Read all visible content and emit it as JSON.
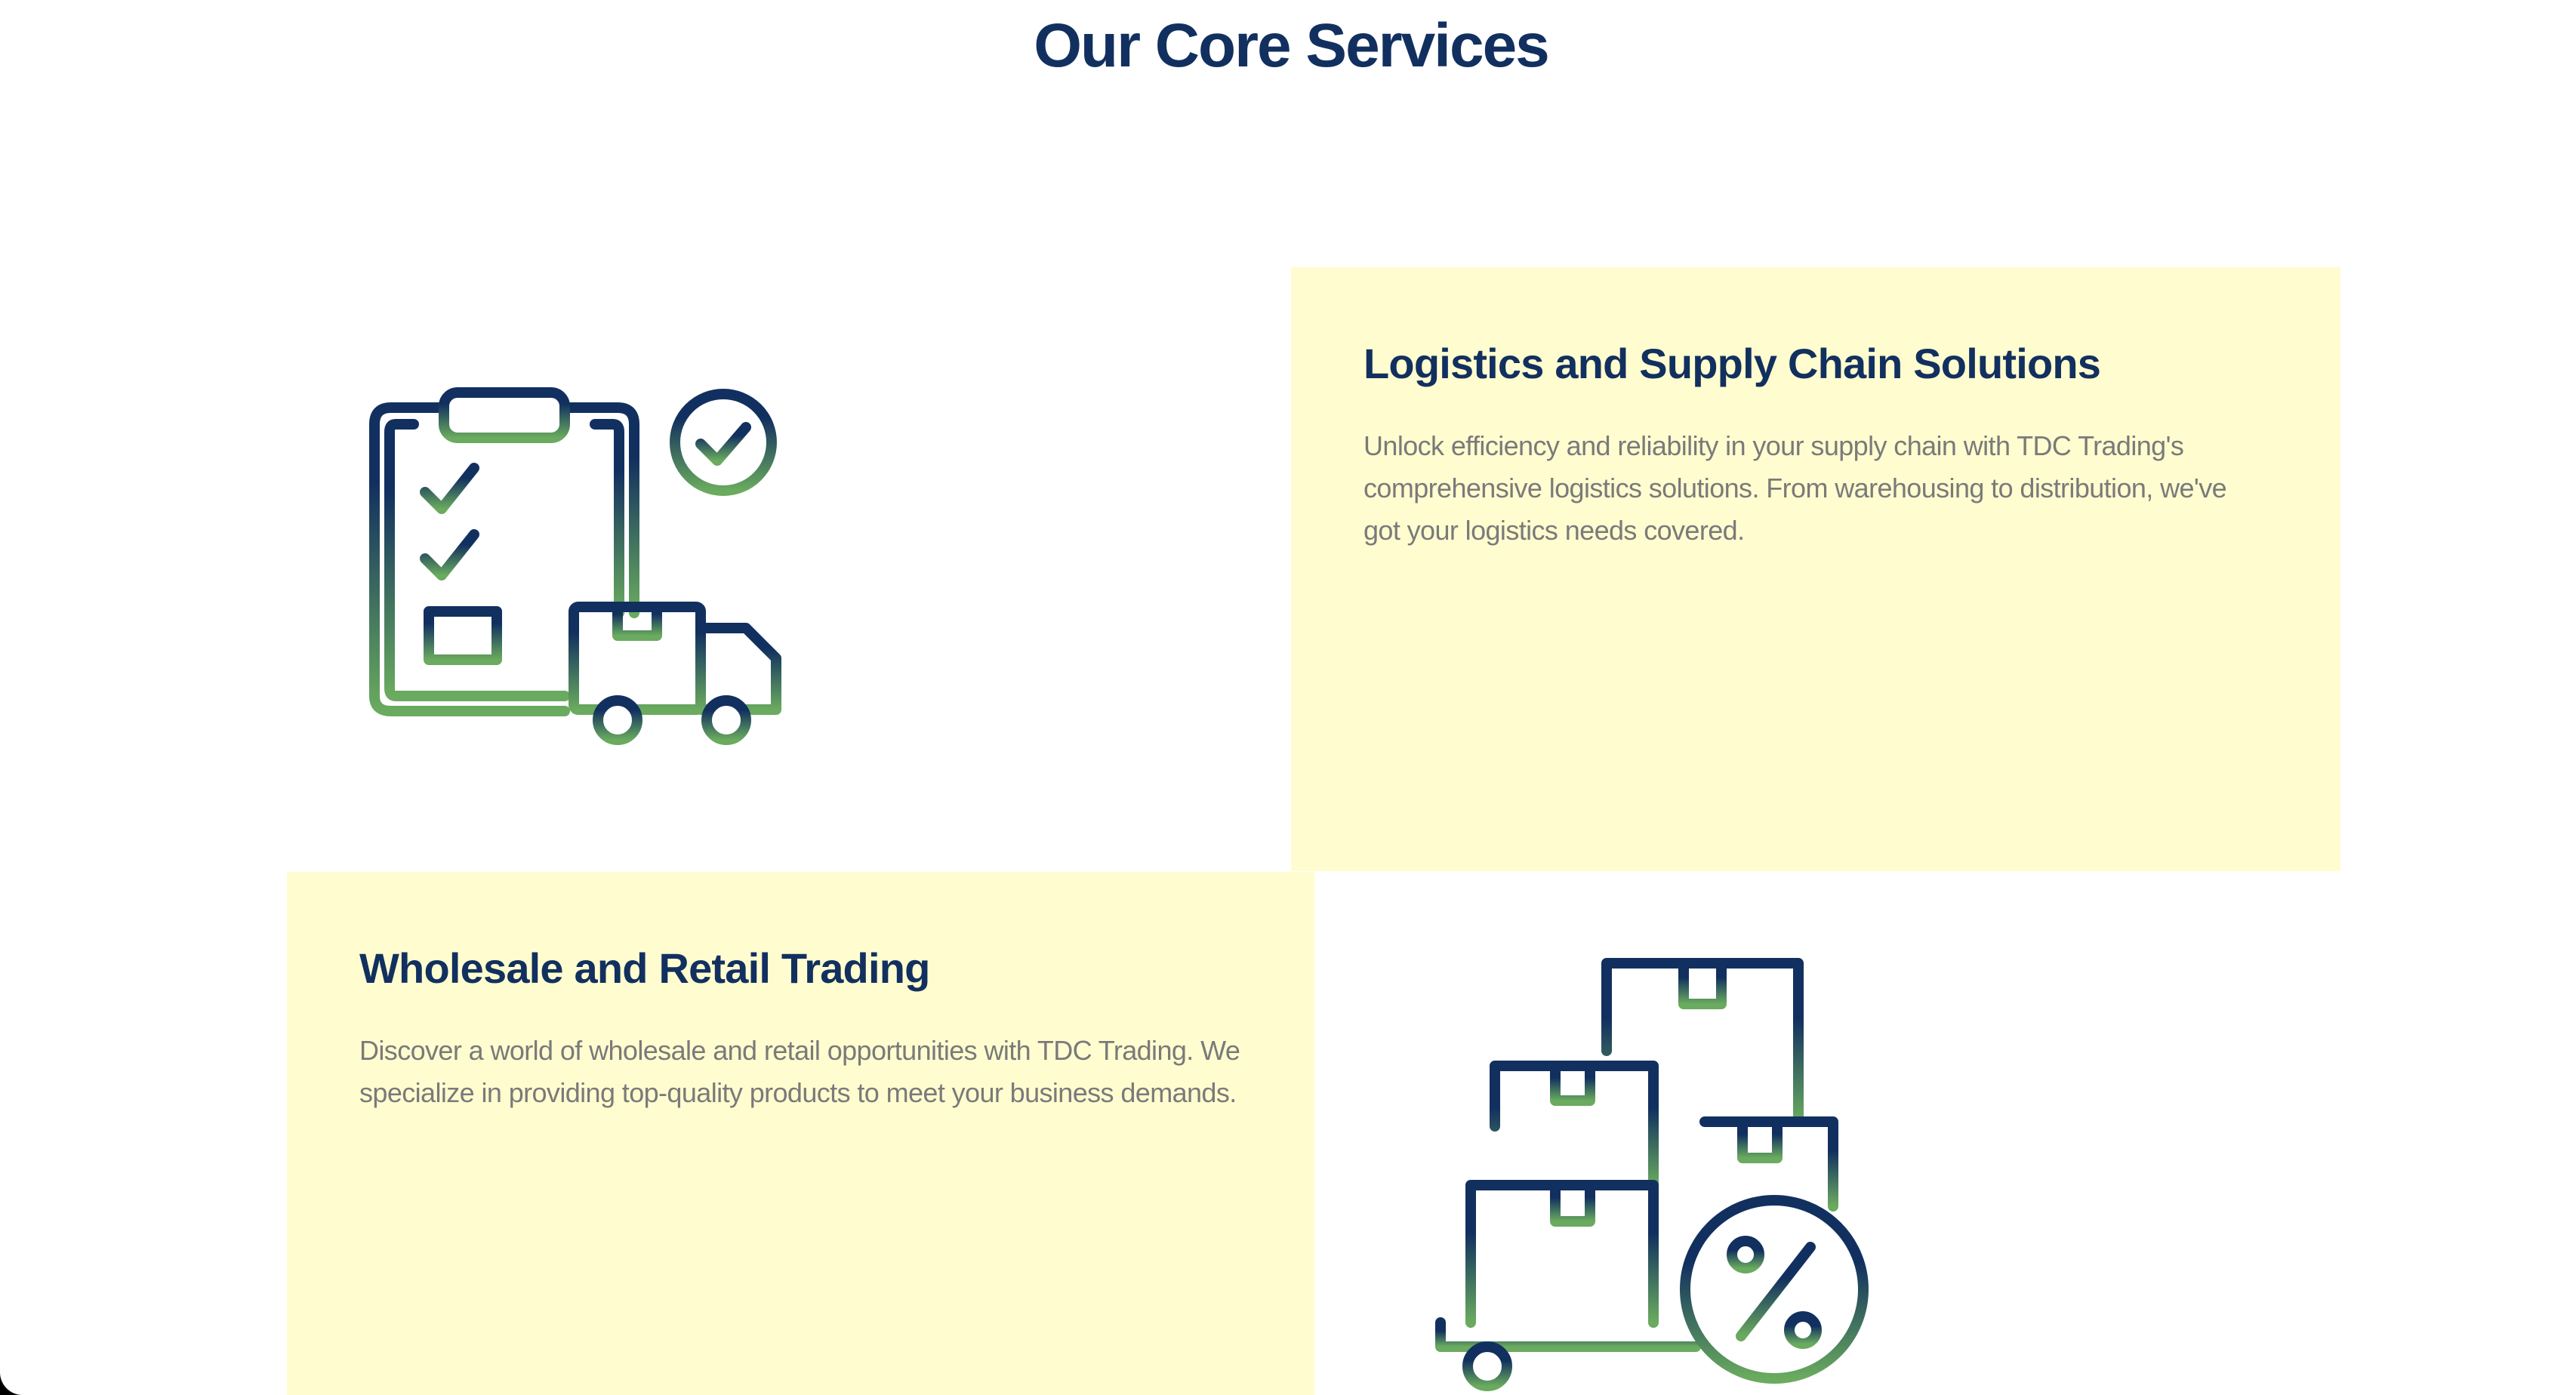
{
  "section": {
    "title": "Our Core Services"
  },
  "services": [
    {
      "title": "Logistics and Supply Chain Solutions",
      "description": "Unlock efficiency and reliability in your supply chain with TDC Trading's comprehensive logistics solutions. From warehousing to distribution, we've got your logistics needs covered.",
      "icon": "clipboard-truck-icon"
    },
    {
      "title": "Wholesale and Retail Trading",
      "description": "Discover a world of wholesale and retail opportunities with TDC Trading. We specialize in providing top-quality products to meet your business demands.",
      "icon": "boxes-discount-icon"
    }
  ],
  "colors": {
    "heading": "#12305f",
    "body_text": "#7a7a7a",
    "card_background": "#fffdcf",
    "icon_gradient_top": "#12305f",
    "icon_gradient_bottom": "#6aab5f"
  }
}
